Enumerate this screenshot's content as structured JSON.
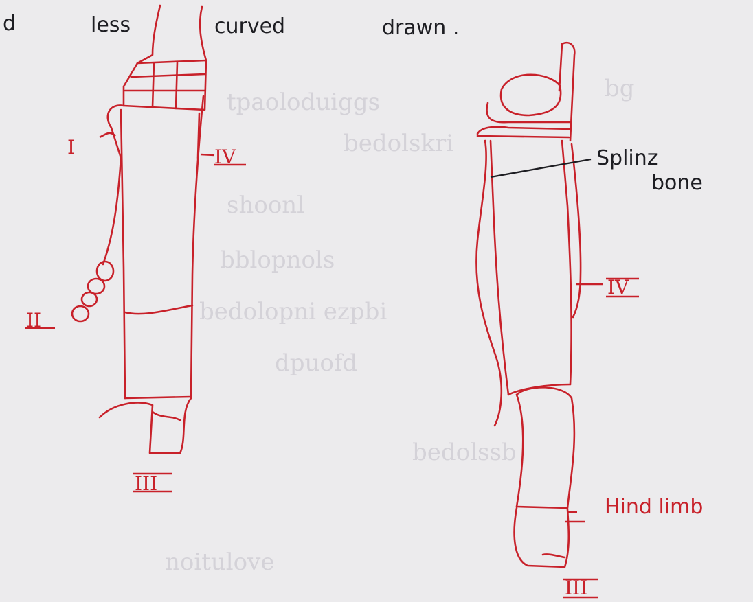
{
  "header": {
    "d": "d",
    "less": "less",
    "curved": "curved",
    "drawn": "drawn ."
  },
  "forelimb": {
    "label_I": "I",
    "label_II": "II",
    "label_III": "III",
    "label_IV": "IV"
  },
  "hindlimb": {
    "splint_line1": "Splinz",
    "splint_line2": "bone",
    "label_IV": "IV",
    "hind_limb": "Hind limb",
    "label_III": "III"
  },
  "colors": {
    "paper": "#ecebed",
    "red_ink": "#c8212a",
    "black_ink": "#1d1d22"
  }
}
